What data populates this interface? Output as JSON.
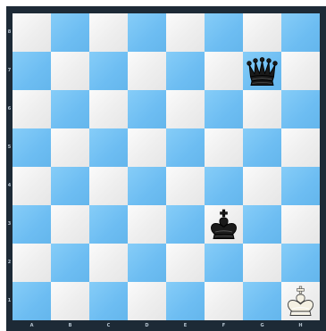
{
  "board": {
    "ranks": [
      "8",
      "7",
      "6",
      "5",
      "4",
      "3",
      "2",
      "1"
    ],
    "files": [
      "A",
      "B",
      "C",
      "D",
      "E",
      "F",
      "G",
      "H"
    ],
    "colors": {
      "light_square": "#f2f2f2",
      "dark_square": "#71c1f4",
      "frame": "#1d2a36",
      "label": "#b9c7d3"
    },
    "pieces": [
      {
        "square": "g7",
        "type": "queen",
        "color": "black"
      },
      {
        "square": "f3",
        "type": "king",
        "color": "black"
      },
      {
        "square": "h1",
        "type": "king",
        "color": "white"
      }
    ]
  }
}
